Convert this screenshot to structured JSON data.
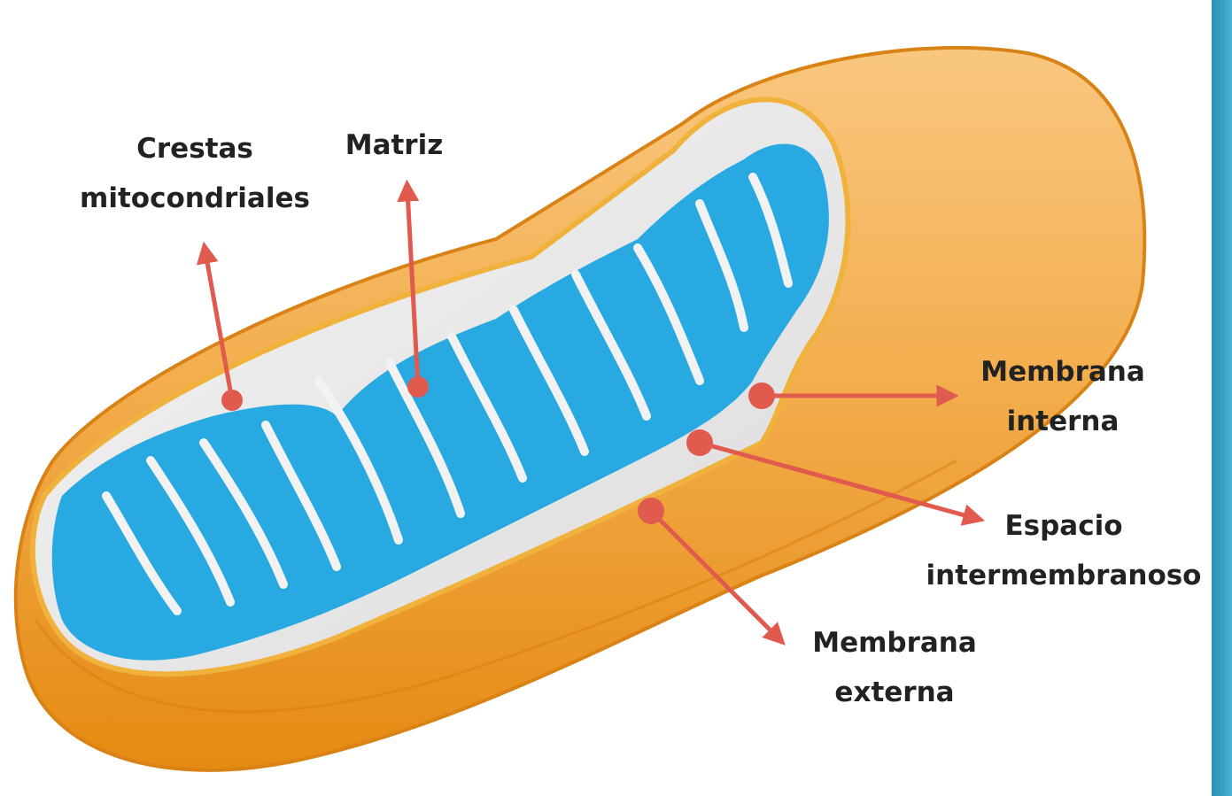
{
  "colors": {
    "outer_membrane": "#F2A33A",
    "outer_membrane_light": "#F9C77F",
    "outer_membrane_dark": "#E58A12",
    "matrix_blue": "#29A9E1",
    "arrow_red": "#E05A4E",
    "label_text": "#222222",
    "side_strip": "#3AA3C8"
  },
  "labels": {
    "crestas": {
      "line1": "Crestas",
      "line2": "mitocondriales"
    },
    "matriz": {
      "line1": "Matriz"
    },
    "membrana_interna": {
      "line1": "Membrana",
      "line2": "interna"
    },
    "espacio": {
      "line1": "Espacio",
      "line2": "intermembranoso"
    },
    "membrana_externa": {
      "line1": "Membrana",
      "line2": "externa"
    }
  },
  "icons": {
    "pointer": "red-arrow-with-dot"
  }
}
